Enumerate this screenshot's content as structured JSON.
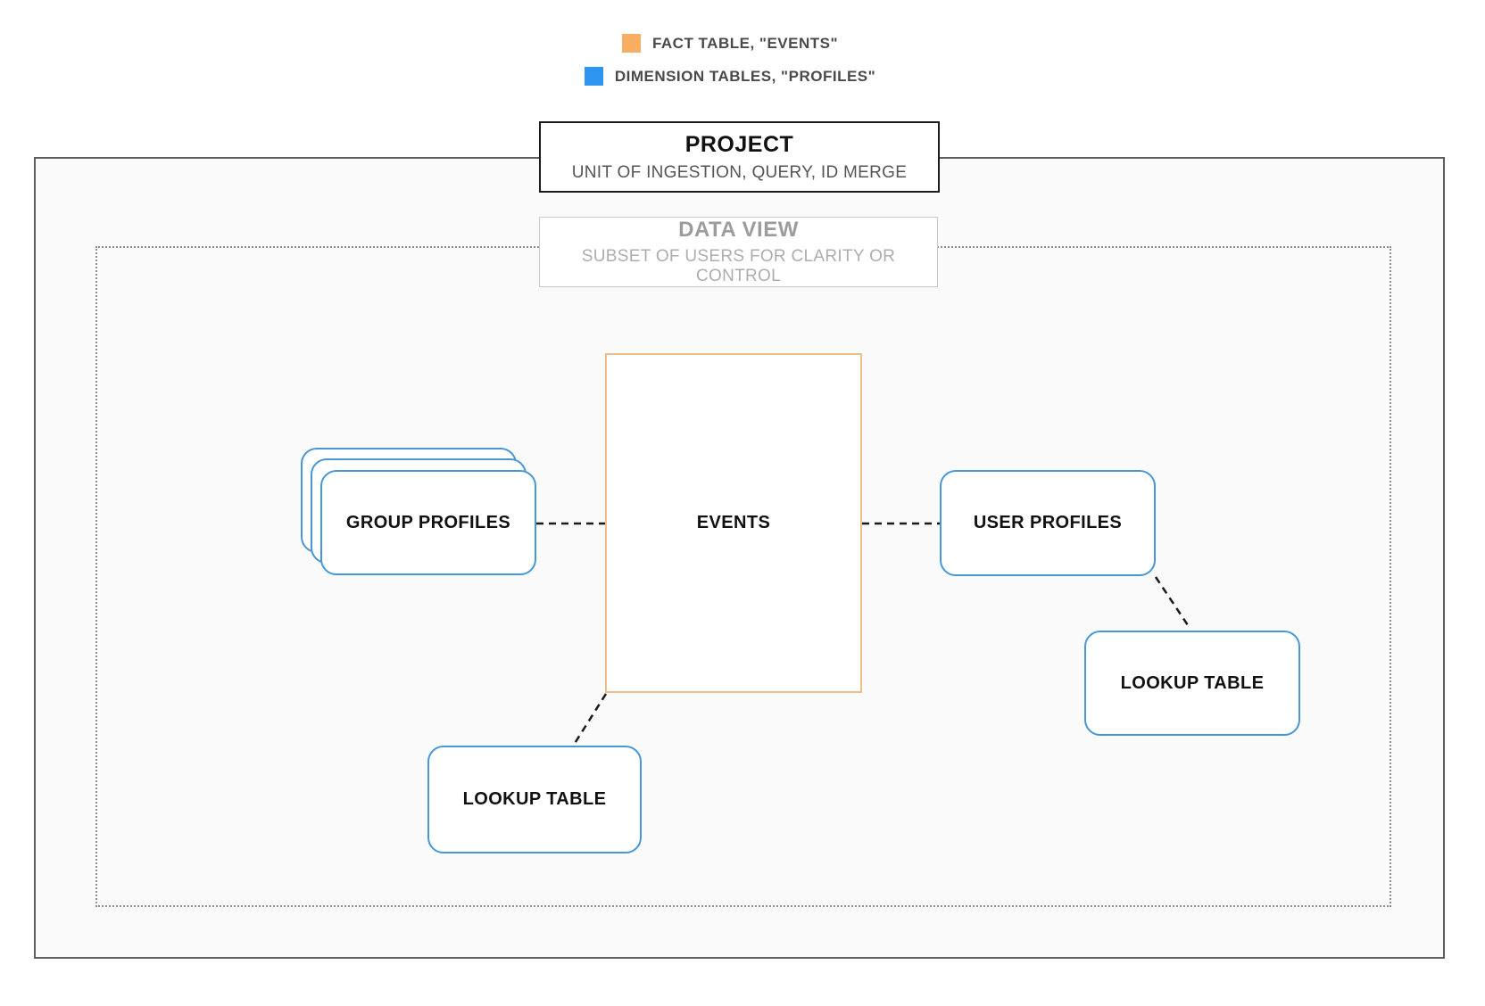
{
  "legend": {
    "items": [
      {
        "label": "FACT TABLE, \"EVENTS\"",
        "swatch": "fact-table",
        "color": "#F7AE63"
      },
      {
        "label": "DIMENSION TABLES, \"PROFILES\"",
        "swatch": "dimension-tables",
        "color": "#2E96F0"
      }
    ]
  },
  "project": {
    "title": "PROJECT",
    "subtitle": "UNIT OF INGESTION, QUERY, ID MERGE"
  },
  "data_view": {
    "title": "DATA VIEW",
    "subtitle": "SUBSET OF USERS FOR CLARITY OR CONTROL"
  },
  "nodes": {
    "events": {
      "label": "EVENTS",
      "border_color": "#EAC08A"
    },
    "group_profiles": {
      "label": "GROUP PROFILES",
      "border_color": "#4796D8"
    },
    "user_profiles": {
      "label": "USER PROFILES",
      "border_color": "#4796D8"
    },
    "lookup_table_right": {
      "label": "LOOKUP TABLE",
      "border_color": "#4796D8"
    },
    "lookup_table_bottom": {
      "label": "LOOKUP TABLE",
      "border_color": "#4796D8"
    }
  },
  "frames": {
    "outer_border_color": "#5E5E5E",
    "dotted_border_color": "#8F8F8F",
    "background": "#FAFAFA"
  },
  "connector_color": "#1A1A1A"
}
